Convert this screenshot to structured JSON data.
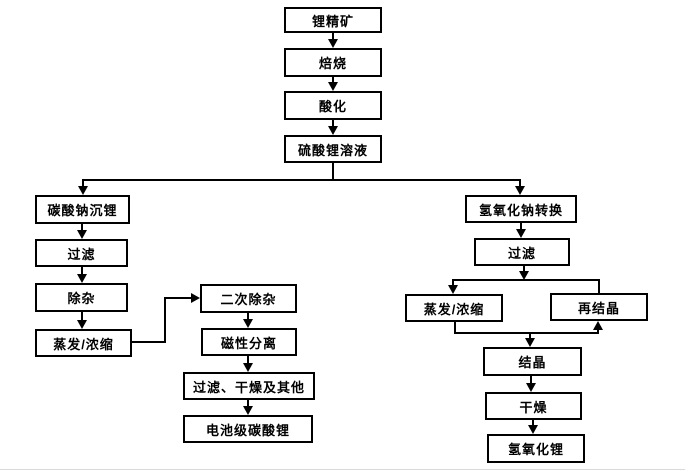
{
  "diagram": {
    "type": "flowchart",
    "description": "Lithium concentrate processing flowchart (battery-grade lithium carbonate and lithium hydroxide routes)",
    "nodes": {
      "lithium_concentrate": "锂精矿",
      "roasting": "焙烧",
      "acidification": "酸化",
      "lithium_sulfate_solution": "硫酸锂溶液",
      "sodium_carbonate_precipitation": "碳酸钠沉锂",
      "filtration_left": "过滤",
      "impurity_removal": "除杂",
      "evaporation_concentration_left": "蒸发/浓缩",
      "secondary_impurity_removal": "二次除杂",
      "magnetic_separation": "磁性分离",
      "filtration_drying_others": "过滤、干燥及其他",
      "battery_grade_lithium_carbonate": "电池级碳酸锂",
      "sodium_hydroxide_conversion": "氢氧化钠转换",
      "filtration_right": "过滤",
      "evaporation_concentration_right": "蒸发/浓缩",
      "recrystallization": "再结晶",
      "crystallization": "结晶",
      "drying": "干燥",
      "lithium_hydroxide": "氢氧化锂"
    },
    "edges": [
      {
        "from": "lithium_concentrate",
        "to": "roasting"
      },
      {
        "from": "roasting",
        "to": "acidification"
      },
      {
        "from": "acidification",
        "to": "lithium_sulfate_solution"
      },
      {
        "from": "lithium_sulfate_solution",
        "to": "sodium_carbonate_precipitation"
      },
      {
        "from": "lithium_sulfate_solution",
        "to": "sodium_hydroxide_conversion"
      },
      {
        "from": "sodium_carbonate_precipitation",
        "to": "filtration_left"
      },
      {
        "from": "filtration_left",
        "to": "impurity_removal"
      },
      {
        "from": "impurity_removal",
        "to": "evaporation_concentration_left"
      },
      {
        "from": "evaporation_concentration_left",
        "to": "secondary_impurity_removal"
      },
      {
        "from": "secondary_impurity_removal",
        "to": "magnetic_separation"
      },
      {
        "from": "magnetic_separation",
        "to": "filtration_drying_others"
      },
      {
        "from": "filtration_drying_others",
        "to": "battery_grade_lithium_carbonate"
      },
      {
        "from": "sodium_hydroxide_conversion",
        "to": "filtration_right"
      },
      {
        "from": "filtration_right",
        "to": "evaporation_concentration_right"
      },
      {
        "from": "recrystallization",
        "to": "evaporation_concentration_right"
      },
      {
        "from": "evaporation_concentration_right",
        "to": "crystallization"
      },
      {
        "from": "evaporation_concentration_right",
        "to": "recrystallization"
      },
      {
        "from": "crystallization",
        "to": "drying"
      },
      {
        "from": "drying",
        "to": "lithium_hydroxide"
      }
    ],
    "colors": {
      "line": "#000000",
      "box_fill": "#ffffff",
      "background": "#ffffff",
      "text": "#000000"
    }
  }
}
